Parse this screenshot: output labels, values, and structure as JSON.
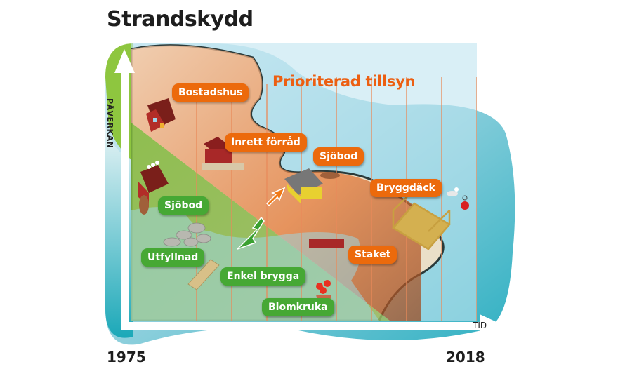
{
  "title": "Strandskydd",
  "zone_heading": "Prioriterad tillsyn",
  "axes": {
    "y_label": "PÅVERKAN",
    "x_label": "TID",
    "start_year": "1975",
    "end_year": "2018"
  },
  "high_impact_items": [
    {
      "label": "Bostadshus",
      "icon": "house-icon"
    },
    {
      "label": "Inrett förråd",
      "icon": "furnished-storehouse-icon"
    },
    {
      "label": "Sjöbod",
      "icon": "boathouse-icon"
    },
    {
      "label": "Bryggdäck",
      "icon": "jetty-deck-icon"
    },
    {
      "label": "Staket",
      "icon": "fence-icon"
    }
  ],
  "low_impact_items": [
    {
      "label": "Sjöbod",
      "icon": "boathouse-icon"
    },
    {
      "label": "Utfyllnad",
      "icon": "stone-fill-icon"
    },
    {
      "label": "Enkel brygga",
      "icon": "simple-jetty-icon"
    },
    {
      "label": "Blomkruka",
      "icon": "flowerpot-icon"
    }
  ],
  "colors": {
    "high_zone": "#ec6a0c",
    "low_zone": "#46a834",
    "water": "#4bb8c8",
    "sand": "#eadfc8",
    "grid_lines": "#e98a5a"
  }
}
